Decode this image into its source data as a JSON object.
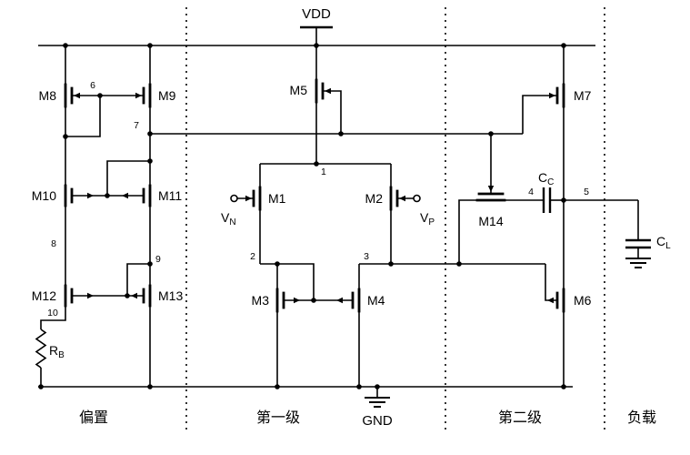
{
  "power": {
    "vdd": "VDD",
    "gnd": "GND"
  },
  "transistors": {
    "m1": "M1",
    "m2": "M2",
    "m3": "M3",
    "m4": "M4",
    "m5": "M5",
    "m6": "M6",
    "m7": "M7",
    "m8": "M8",
    "m9": "M9",
    "m10": "M10",
    "m11": "M11",
    "m12": "M12",
    "m13": "M13",
    "m14": "M14"
  },
  "inputs": {
    "vn_main": "V",
    "vn_sub": "N",
    "vp_main": "V",
    "vp_sub": "P"
  },
  "passives": {
    "cc_main": "C",
    "cc_sub": "C",
    "cl_main": "C",
    "cl_sub": "L",
    "rb_main": "R",
    "rb_sub": "B"
  },
  "nodes": {
    "n1": "1",
    "n2": "2",
    "n3": "3",
    "n4": "4",
    "n5": "5",
    "n6": "6",
    "n7": "7",
    "n8": "8",
    "n9": "9",
    "n10": "10"
  },
  "sections": {
    "bias": "偏置",
    "stage1": "第一级",
    "stage2": "第二级",
    "load": "负载"
  }
}
